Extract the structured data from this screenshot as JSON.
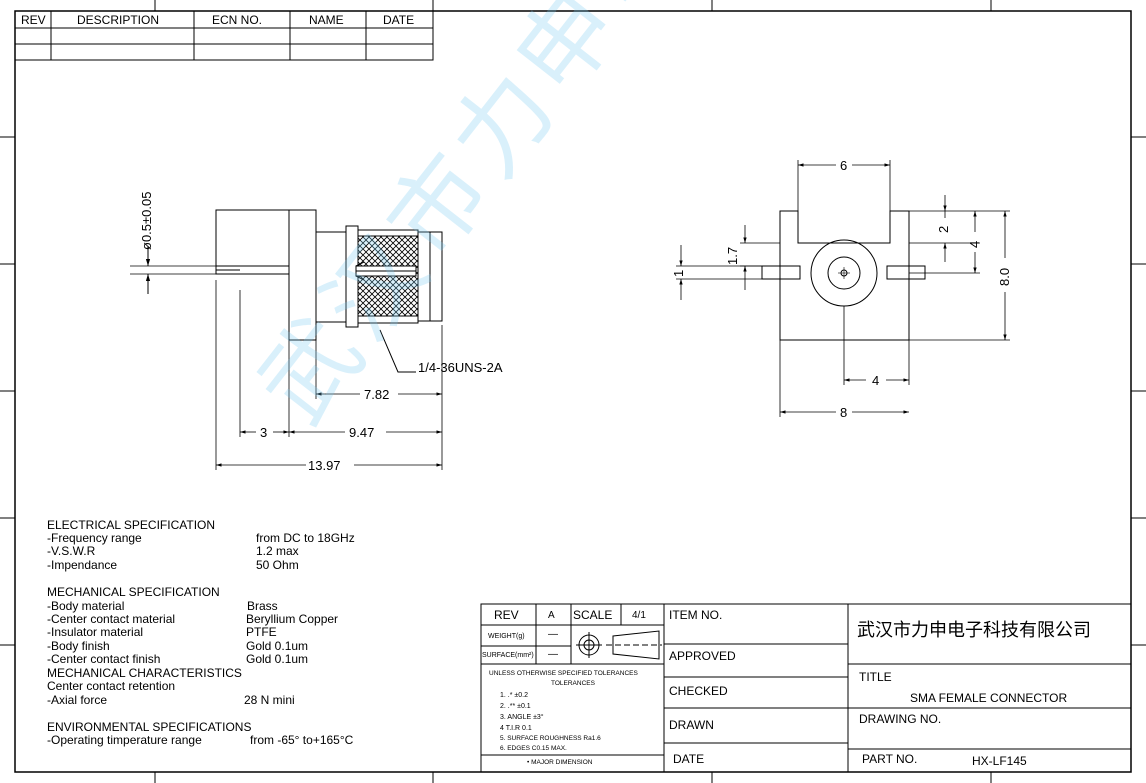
{
  "revision_table": {
    "headers": [
      "REV",
      "DESCRIPTION",
      "ECN  NO.",
      "NAME",
      "DATE"
    ]
  },
  "side_dims": {
    "pin_dia": "ø0.5±0.05",
    "thread": "1/4-36UNS-2A",
    "d_7_82": "7.82",
    "d_3": "3",
    "d_9_47": "9.47",
    "d_13_97": "13.97"
  },
  "front_dims": {
    "d_6": "6",
    "d_2": "2",
    "d_4v": "4",
    "d_8v": "8.0",
    "d_1_7": "1.7",
    "d_1": "1",
    "d_4h": "4",
    "d_8h": "8"
  },
  "specs": {
    "electrical_title": "ELECTRICAL  SPECIFICATION",
    "electrical": [
      {
        "label": "-Frequency  range",
        "value": "from  DC  to  18GHz"
      },
      {
        "label": "-V.S.W.R",
        "value": "1.2  max"
      },
      {
        "label": "-Impendance",
        "value": "50  Ohm"
      }
    ],
    "mechanical_title": "MECHANICAL  SPECIFICATION",
    "mechanical": [
      {
        "label": "-Body  material",
        "value": "Brass"
      },
      {
        "label": "-Center  contact  material",
        "value": "Beryllium  Copper"
      },
      {
        "label": "-Insulator  material",
        "value": "PTFE"
      },
      {
        "label": "-Body  finish",
        "value": "Gold  0.1um"
      },
      {
        "label": "-Center  contact  finish",
        "value": "Gold  0.1um"
      }
    ],
    "mech_char_title": "MECHANICAL  CHARACTERISTICS",
    "mech_char": [
      {
        "label": "Center  contact  retention",
        "value": ""
      },
      {
        "label": "-Axial  force",
        "value": "28  N  mini"
      }
    ],
    "env_title": "ENVIRONMENTAL  SPECIFICATIONS",
    "env": [
      {
        "label": "-Operating  timperature  range",
        "value": "from  -65°  to+165°C"
      }
    ]
  },
  "title_block": {
    "rev_label": "REV",
    "rev_value": "A",
    "scale_label": "SCALE",
    "scale_value": "4/1",
    "weight_label": "WEIGHT(g)",
    "weight_value": "—",
    "surface_label": "SURFACE(mm²)",
    "surface_value": "—",
    "tol_title": "UNLESS  OTHERWISE  SPECIFIED  TOLERANCES",
    "tol_sub": "TOLERANCES",
    "tolerances": [
      "1.  .*  ±0.2",
      "2.  .**  ±0.1",
      "3.  ANGLE  ±3°",
      "4  T.I.R  0.1",
      "5.  SURFACE  ROUGHNESS  Ra1.6",
      "6.  EDGES  C0.15  MAX."
    ],
    "major_dim": "•  MAJOR  DIMENSION",
    "item_no": "ITEM  NO.",
    "approved": "APPROVED",
    "checked": "CHECKED",
    "drawn": "DRAWN",
    "date": "DATE",
    "company": "武汉市力申电子科技有限公司",
    "title_label": "TITLE",
    "title_value": "SMA  FEMALE  CONNECTOR",
    "drawing_no": "DRAWING  NO.",
    "part_no_label": "PART  NO.",
    "part_no_value": "HX-LF145"
  },
  "watermark": "武汉市力申电子科技"
}
